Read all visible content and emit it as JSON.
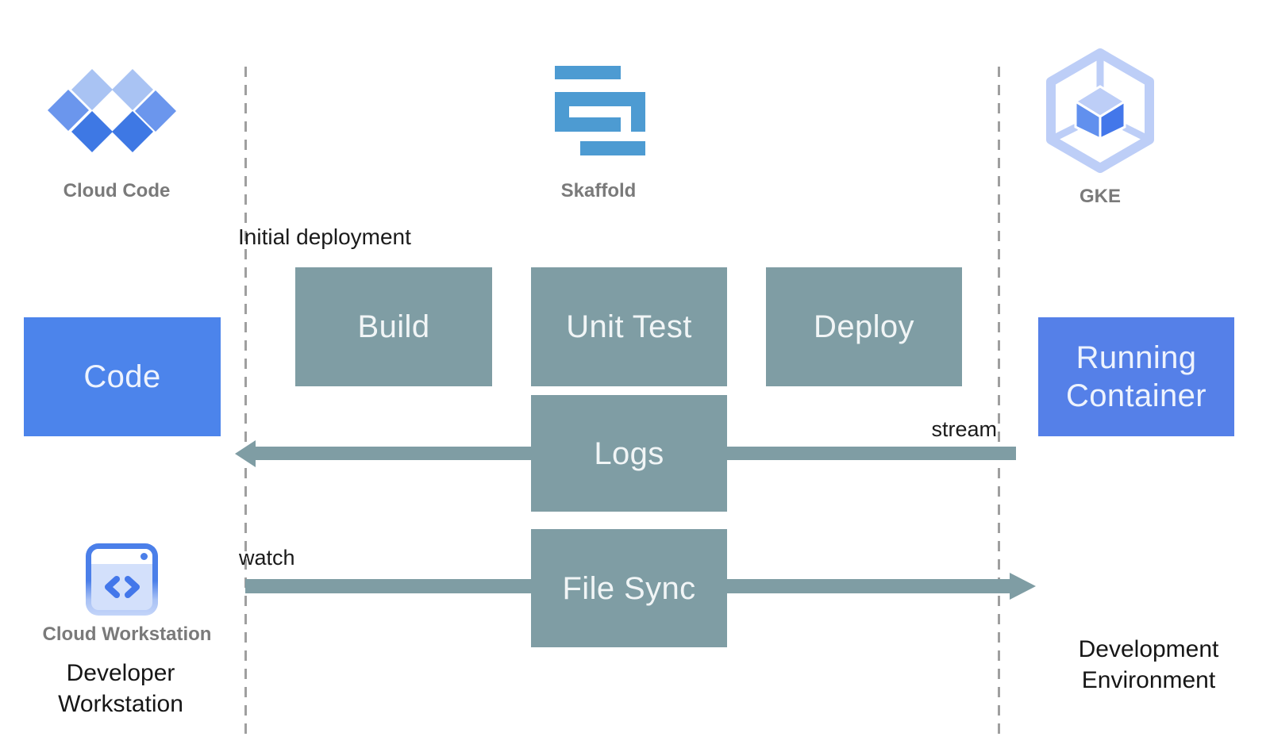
{
  "diagram": {
    "headers": {
      "cloud_code_label": "Cloud Code",
      "skaffold_label": "Skaffold",
      "gke_label": "GKE"
    },
    "annotations": {
      "initial_deployment": "Initial deployment",
      "stream": "stream",
      "watch": "watch"
    },
    "nodes": {
      "code": "Code",
      "build": "Build",
      "unit_test": "Unit Test",
      "deploy": "Deploy",
      "logs": "Logs",
      "file_sync": "File Sync",
      "running_container": "Running Container"
    },
    "footers": {
      "cloud_workstation_label": "Cloud Workstation",
      "developer_workstation_line1": "Developer",
      "developer_workstation_line2": "Workstation",
      "development_environment_line1": "Development",
      "development_environment_line2": "Environment"
    },
    "icons": {
      "cloud_code": "four-diamonds-icon",
      "skaffold": "skaffold-blocks-icon",
      "gke": "hexagon-cube-icon",
      "cloud_workstation": "code-editor-window-icon"
    },
    "colors": {
      "process_teal": "#7F9DA4",
      "code_blue": "#4C84EB",
      "running_container_blue": "#5580E8",
      "skaffold_blue": "#4D9BD2",
      "logo_light_blue": "#A9C3F3",
      "logo_mid_blue": "#6B96ED",
      "logo_dark_blue": "#3E78E4",
      "gke_outline_blue": "#BDCEF7",
      "label_gray": "#7A7A7A",
      "dashed_line_gray": "#9F9F9F"
    }
  }
}
